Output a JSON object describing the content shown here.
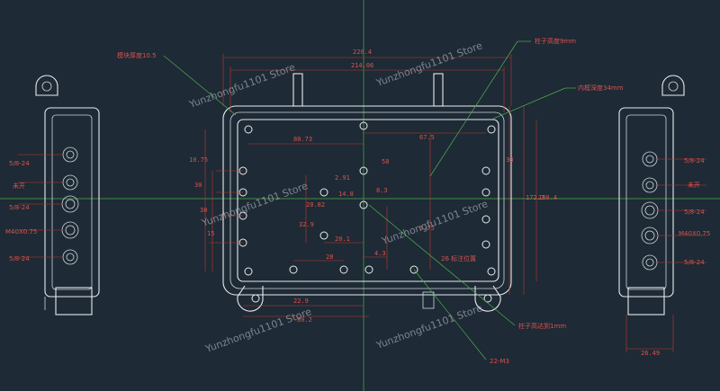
{
  "colors": {
    "background": "#1e2a35",
    "outline": "#e8ecef",
    "dimension": "#d9534f",
    "centerline": "#4caf50"
  },
  "drawing": {
    "top_labels": {
      "overall_width": "220.4",
      "inner_width": "214.06"
    },
    "callouts": {
      "wall_thickness": "模块厚度10.5",
      "post_height": "柱子高度9mm",
      "inner_depth": "内框深度34mm",
      "post_gap": "柱子高达到1mm",
      "thread": "22-M3"
    },
    "dims": {
      "d1": "80.73",
      "d2": "67.5",
      "d3": "10.75",
      "d4": "30",
      "d5": "30",
      "d6": "15",
      "d7": "2.91",
      "d8": "20.82",
      "d9": "14.8",
      "d10": "32.9",
      "d11": "8.3",
      "d12": "20.1",
      "d13": "4.3",
      "d14": "58",
      "d15": "5.75",
      "d16": "28",
      "d17": "22.9",
      "d18": "80.2",
      "d19": "30",
      "d20": "172.7",
      "d21": "180.4"
    },
    "center_text": "26 标注位置",
    "left_ports": [
      "5/8-24",
      "未开",
      "5/8-24",
      "M40X0.75",
      "5/8-24"
    ],
    "right_ports": [
      "5/8-24",
      "未开",
      "5/8-24",
      "M40X0.75",
      "5/8-24"
    ],
    "right_bottom_dim": "26.49",
    "watermark": "Yunzhongfu1101 Store"
  }
}
